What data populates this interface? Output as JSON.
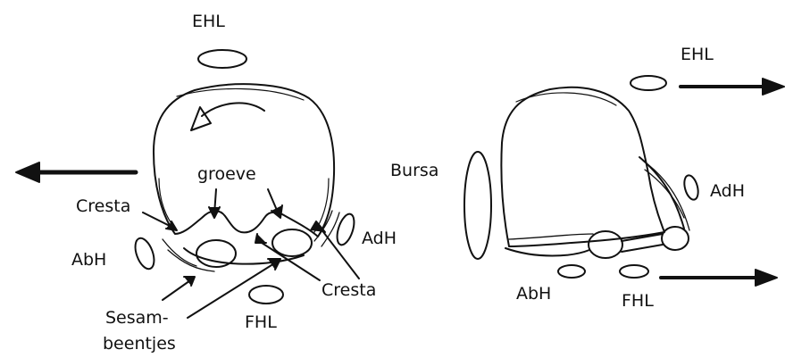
{
  "left_figure": {
    "labels": {
      "ehl": "EHL",
      "groeve": "groeve",
      "cresta_left": "Cresta",
      "abh": "AbH",
      "adh": "AdH",
      "cresta_right": "Cresta",
      "fhl": "FHL",
      "sesam_line1": "Sesam-",
      "sesam_line2": "beentjes"
    }
  },
  "right_figure": {
    "labels": {
      "ehl": "EHL",
      "bursa": "Bursa",
      "adh": "AdH",
      "abh": "AbH",
      "fhl": "FHL"
    }
  },
  "colors": {
    "ink": "#111111",
    "background": "#ffffff"
  }
}
